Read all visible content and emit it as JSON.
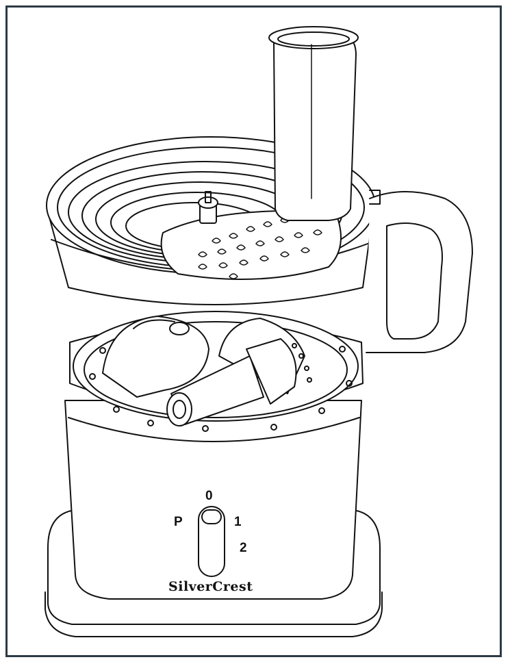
{
  "switch": {
    "positions": [
      "0",
      "P",
      "1",
      "2"
    ]
  },
  "brand": {
    "name": "SilverCrest"
  },
  "colors": {
    "line": "#111111",
    "frame": "#2b3a44",
    "background": "#ffffff"
  }
}
